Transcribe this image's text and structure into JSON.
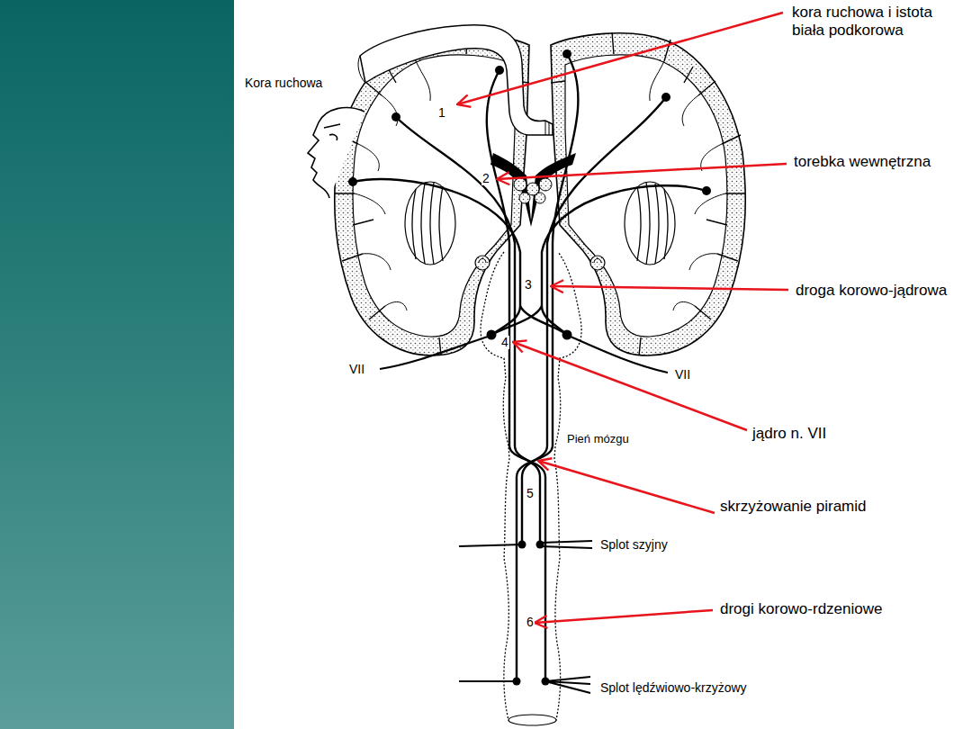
{
  "diagram": {
    "labels": [
      "kora ruchowa i istota biała podkorowa",
      "Kora ruchowa",
      "1",
      "torebka wewnętrzna",
      "2",
      "droga korowo-jądrowa",
      "3",
      "4",
      "VII",
      "VII",
      "jądro n. VII",
      "Pień mózgu",
      "skrzyżowanie piramid",
      "5",
      "Splot szyjny",
      "drogi korowo-rdzeniowe",
      "6",
      "Splot lędźwiowo-krzyżowy"
    ]
  }
}
